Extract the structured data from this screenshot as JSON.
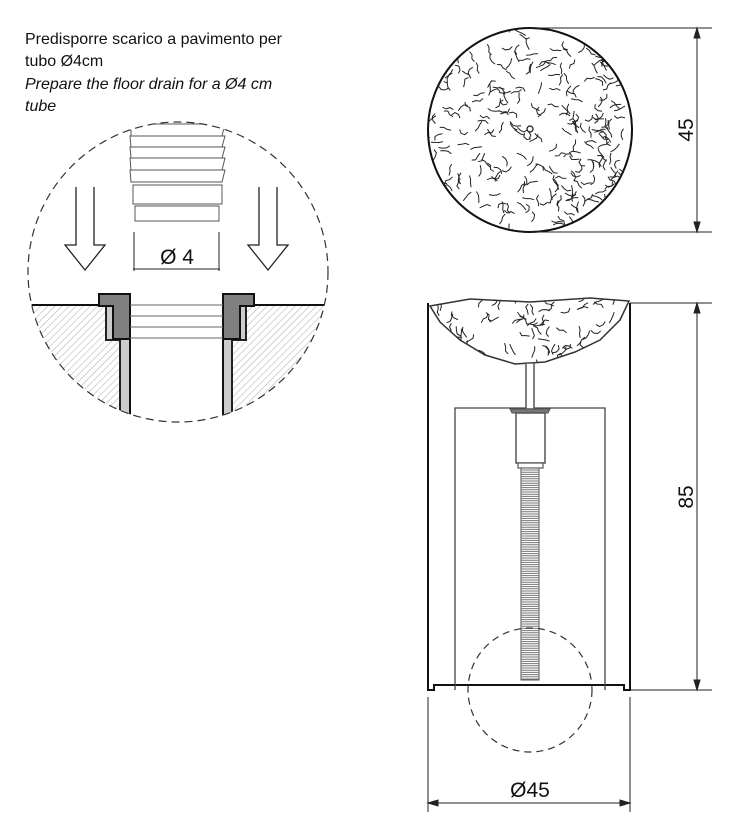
{
  "note": {
    "italian_line1": "Predisporre scarico a pavimento per",
    "italian_line2": "tubo Ø4cm",
    "english_line1": "Prepare the floor drain for a Ø4 cm",
    "english_line2": "tube"
  },
  "detail": {
    "tube_diameter_label": "Ø 4"
  },
  "top_view": {
    "diameter_dimension": "45"
  },
  "front_view": {
    "height_dimension": "85",
    "base_diameter_dimension": "Ø45"
  },
  "colors": {
    "line": "#222222",
    "flange": "#808080",
    "sleeve": "#cccccc",
    "hatch": "#aaaaaa"
  }
}
